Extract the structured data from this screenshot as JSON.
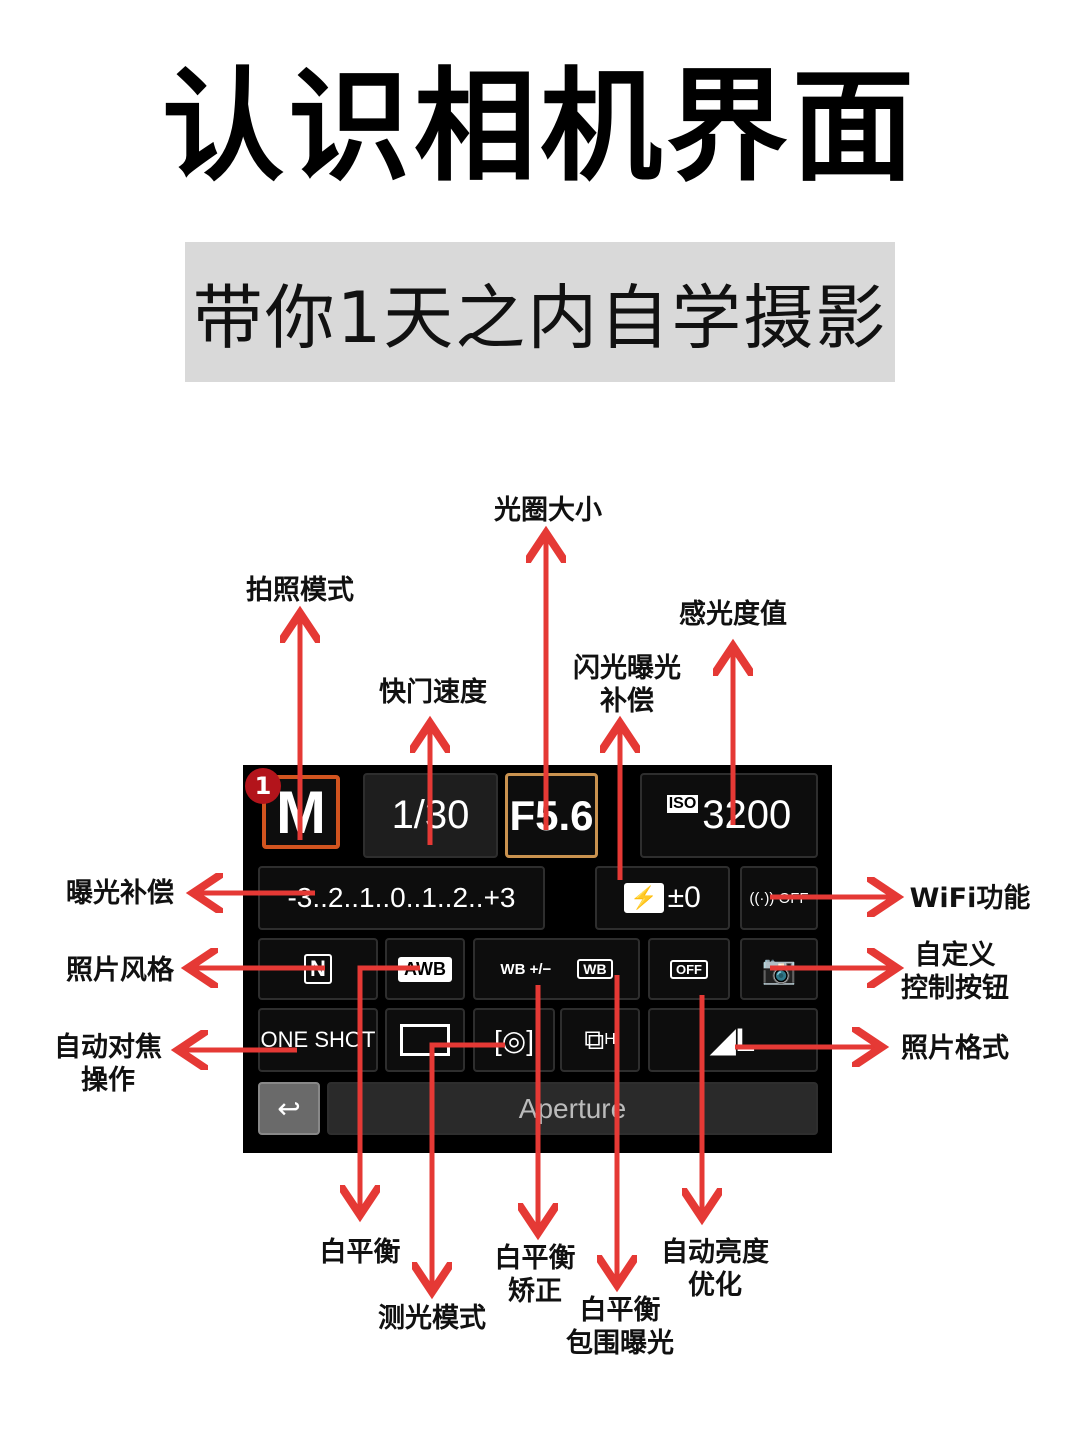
{
  "title": "认识相机界面",
  "subtitle": "带你1天之内自学摄影",
  "accent": "#e53935",
  "screen": {
    "mode": "M",
    "badge": "1",
    "shutter": "1/30",
    "aperture": "F5.6",
    "iso_label": "ISO",
    "iso": "3200",
    "exposure_scale": "-3..2..1..0..1..2..+3",
    "flash_comp": "±0",
    "wifi": "((·)) OFF",
    "picture_style": "N",
    "wb": "AWB",
    "wb_shift": "WB +/−",
    "wb_bracket": "WB",
    "alo": "OFF",
    "af_mode": "ONE SHOT",
    "drive": "H",
    "quality": "L",
    "footer": "Aperture"
  },
  "labels": {
    "shooting_mode": "拍照模式",
    "aperture": "光圈大小",
    "shutter": "快门速度",
    "flash_comp": [
      "闪光曝光",
      "补偿"
    ],
    "iso": "感光度值",
    "exposure_comp": "曝光补偿",
    "wifi": "WiFi功能",
    "picture_style": "照片风格",
    "custom_controls": [
      "自定义",
      "控制按钮"
    ],
    "af_operation": [
      "自动对焦",
      "操作"
    ],
    "image_quality": "照片格式",
    "white_balance": "白平衡",
    "metering": "测光模式",
    "wb_correction": [
      "白平衡",
      "矫正"
    ],
    "wb_bracketing": [
      "白平衡",
      "包围曝光"
    ],
    "auto_lighting": [
      "自动亮度",
      "优化"
    ]
  }
}
